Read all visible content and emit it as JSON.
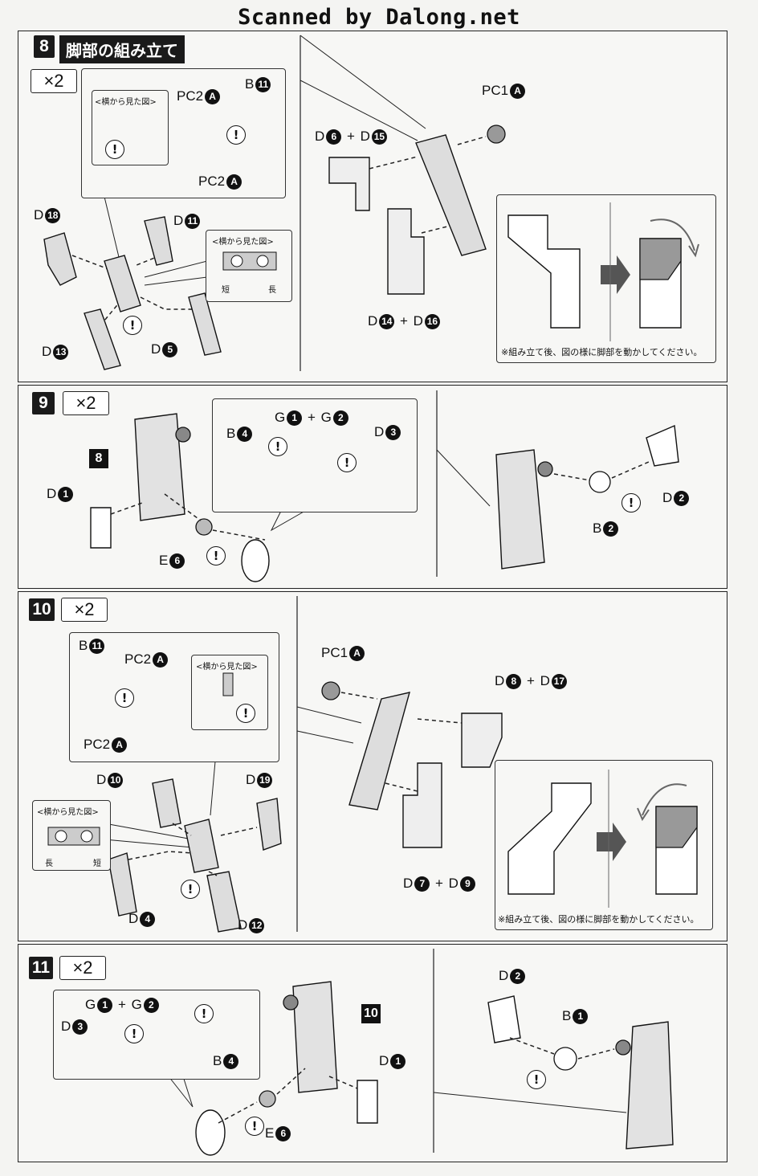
{
  "header": {
    "scan_credit": "Scanned by Dalong.net"
  },
  "common": {
    "side_view": "<横から見た図>",
    "note": "※組み立て後、図の様に脚部を動かしてください。",
    "short": "短",
    "long": "長",
    "times": "×2",
    "warn": "!"
  },
  "step8": {
    "number": "8",
    "title": "脚部の組み立て",
    "labels": {
      "pc2_top": {
        "pre": "PC2",
        "n": "A"
      },
      "b11": {
        "pre": "B",
        "n": "11"
      },
      "pc2_bot": {
        "pre": "PC2",
        "n": "A"
      },
      "d18": {
        "pre": "D",
        "n": "18"
      },
      "d11": {
        "pre": "D",
        "n": "11"
      },
      "d13": {
        "pre": "D",
        "n": "13"
      },
      "d5": {
        "pre": "D",
        "n": "5"
      },
      "pc1": {
        "pre": "PC1",
        "n": "A"
      },
      "d6": {
        "pre": "D",
        "n": "6"
      },
      "d15": {
        "pre": "D",
        "n": "15"
      },
      "d14": {
        "pre": "D",
        "n": "14"
      },
      "d16": {
        "pre": "D",
        "n": "16"
      }
    }
  },
  "step9": {
    "number": "9",
    "ref": "8",
    "labels": {
      "b4": {
        "pre": "B",
        "n": "4"
      },
      "g1": {
        "pre": "G",
        "n": "1"
      },
      "g2": {
        "pre": "G",
        "n": "2"
      },
      "d3": {
        "pre": "D",
        "n": "3"
      },
      "d1": {
        "pre": "D",
        "n": "1"
      },
      "e6": {
        "pre": "E",
        "n": "6"
      },
      "d2": {
        "pre": "D",
        "n": "2"
      },
      "b2": {
        "pre": "B",
        "n": "2"
      }
    }
  },
  "step10": {
    "number": "10",
    "labels": {
      "b11": {
        "pre": "B",
        "n": "11"
      },
      "pc2_top": {
        "pre": "PC2",
        "n": "A"
      },
      "pc2_bot": {
        "pre": "PC2",
        "n": "A"
      },
      "d10": {
        "pre": "D",
        "n": "10"
      },
      "d19": {
        "pre": "D",
        "n": "19"
      },
      "d4": {
        "pre": "D",
        "n": "4"
      },
      "d12": {
        "pre": "D",
        "n": "12"
      },
      "pc1": {
        "pre": "PC1",
        "n": "A"
      },
      "d8": {
        "pre": "D",
        "n": "8"
      },
      "d17": {
        "pre": "D",
        "n": "17"
      },
      "d7": {
        "pre": "D",
        "n": "7"
      },
      "d9": {
        "pre": "D",
        "n": "9"
      }
    }
  },
  "step11": {
    "number": "11",
    "ref": "10",
    "labels": {
      "g1": {
        "pre": "G",
        "n": "1"
      },
      "g2": {
        "pre": "G",
        "n": "2"
      },
      "d3": {
        "pre": "D",
        "n": "3"
      },
      "b4": {
        "pre": "B",
        "n": "4"
      },
      "e6": {
        "pre": "E",
        "n": "6"
      },
      "d1": {
        "pre": "D",
        "n": "1"
      },
      "d2": {
        "pre": "D",
        "n": "2"
      },
      "b1": {
        "pre": "B",
        "n": "1"
      }
    }
  }
}
